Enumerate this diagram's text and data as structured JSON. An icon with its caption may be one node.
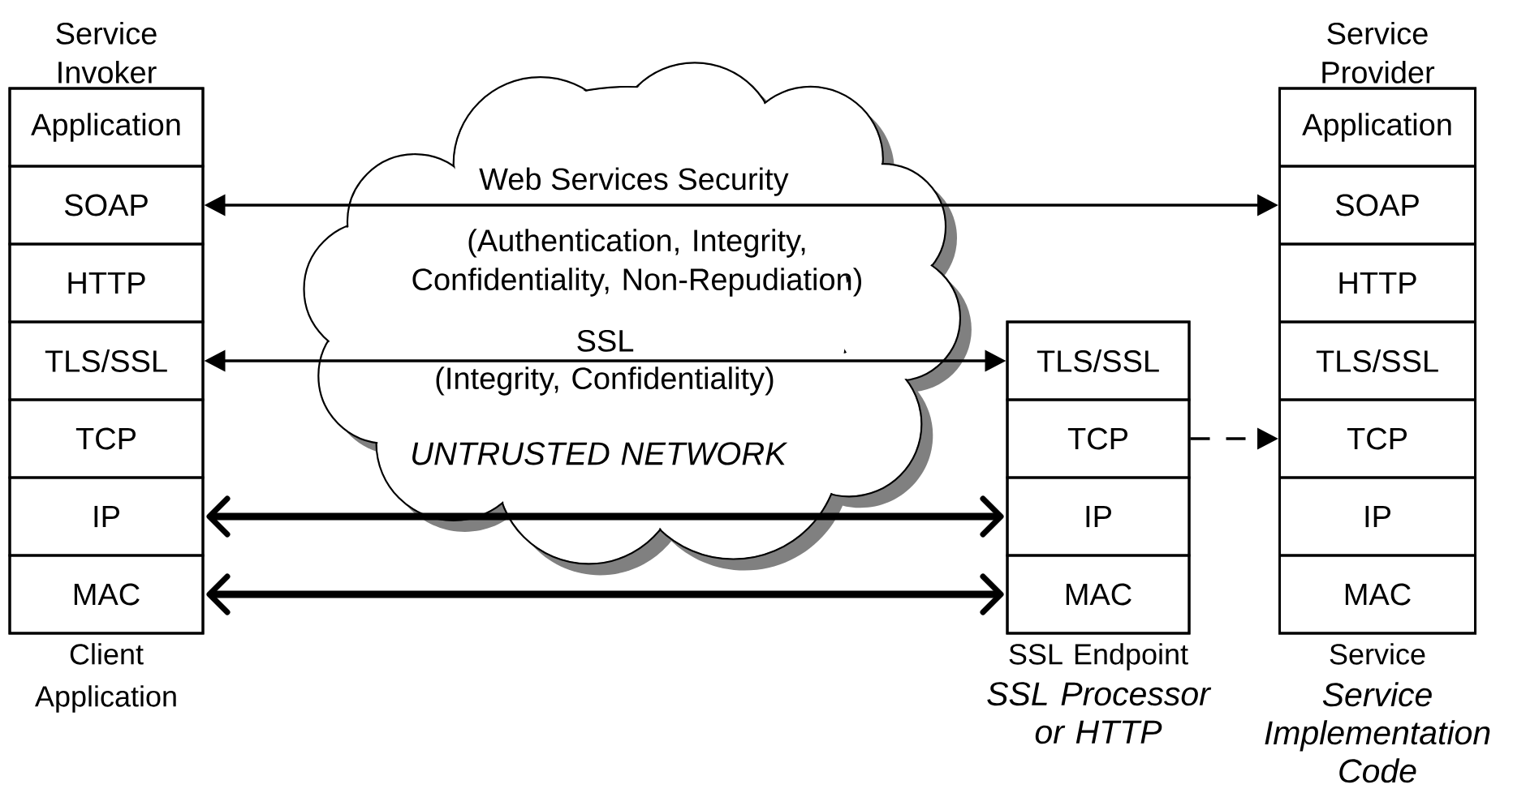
{
  "diagram": {
    "nodes": [
      {
        "text": [
          "Service Invoker"
        ],
        "beside": [
          "Client Application"
        ]
      },
      {
        "text": [
          "Application"
        ],
        "in": 0
      },
      {
        "text": [
          "SOAP"
        ],
        "in": 0
      },
      {
        "text": [
          "HTTP"
        ],
        "in": 0
      },
      {
        "text": [
          "TLS/SSL"
        ],
        "in": 0
      },
      {
        "text": [
          "TCP"
        ],
        "in": 0
      },
      {
        "text": [
          "IP"
        ],
        "in": 0
      },
      {
        "text": [
          "MAC"
        ],
        "in": 0
      },
      {
        "text": [],
        "shape": "box",
        "beside": [
          "SSL Endpoint",
          "SSL Processor or HTTP"
        ]
      },
      {
        "text": [
          "TLS/SSL"
        ],
        "in": 8
      },
      {
        "text": [
          "TCP"
        ],
        "in": 8
      },
      {
        "text": [
          "IP"
        ],
        "in": 8
      },
      {
        "text": [
          "MAC"
        ],
        "in": 8
      },
      {
        "text": [
          "Service Provider"
        ],
        "beside": [
          "Service",
          "Service Implementation Code"
        ]
      },
      {
        "text": [
          "Application"
        ],
        "in": 13
      },
      {
        "text": [
          "SOAP"
        ],
        "in": 13
      },
      {
        "text": [
          "HTTP"
        ],
        "in": 13
      },
      {
        "text": [
          "TLS/SSL"
        ],
        "in": 13
      },
      {
        "text": [
          "TCP"
        ],
        "in": 13
      },
      {
        "text": [
          "IP"
        ],
        "in": 13
      },
      {
        "text": [
          "MAC"
        ],
        "in": 13
      }
    ],
    "edges": [
      {
        "from": 2,
        "to": 15,
        "arrow": "both",
        "label": "Web Services Security"
      },
      {
        "from": 4,
        "to": 9,
        "arrow": "both",
        "label": "SSL"
      },
      {
        "from": 6,
        "to": 11,
        "arrow": "both",
        "style": "thick"
      },
      {
        "from": 7,
        "to": 12,
        "arrow": "both",
        "style": "thick"
      },
      {
        "from": 10,
        "to": 18,
        "arrow": "to",
        "style": "dashed"
      }
    ],
    "labels": [
      "(Authentication, Integrity, Confidentiality, Non-Repudiation)",
      "(Integrity, Confidentiality)",
      "UNTRUSTED NETWORK"
    ]
  }
}
